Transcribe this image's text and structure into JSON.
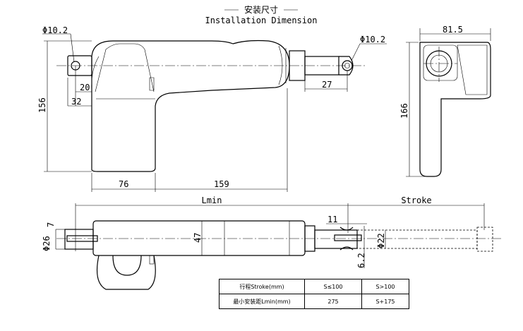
{
  "title": {
    "zh": "安装尺寸",
    "en": "Installation Dimension"
  },
  "top_view": {
    "rear_hole": "Φ10.2",
    "front_hole": "Φ10.2",
    "d20": "20",
    "d32": "32",
    "height": "156",
    "d76": "76",
    "d159": "159",
    "d27": "27"
  },
  "side_view": {
    "width": "81.5",
    "height": "166"
  },
  "bottom_view": {
    "lmin": "Lmin",
    "stroke": "Stroke",
    "d7": "7",
    "dia26": "Φ26",
    "d47": "47",
    "d11": "11",
    "dia22": "Φ22",
    "d62": "6.2"
  },
  "table": {
    "rows": [
      [
        "行程Stroke(mm)",
        "S≤100",
        "S>100"
      ],
      [
        "最小安装距Lmin(mm)",
        "275",
        "S+175"
      ]
    ]
  }
}
